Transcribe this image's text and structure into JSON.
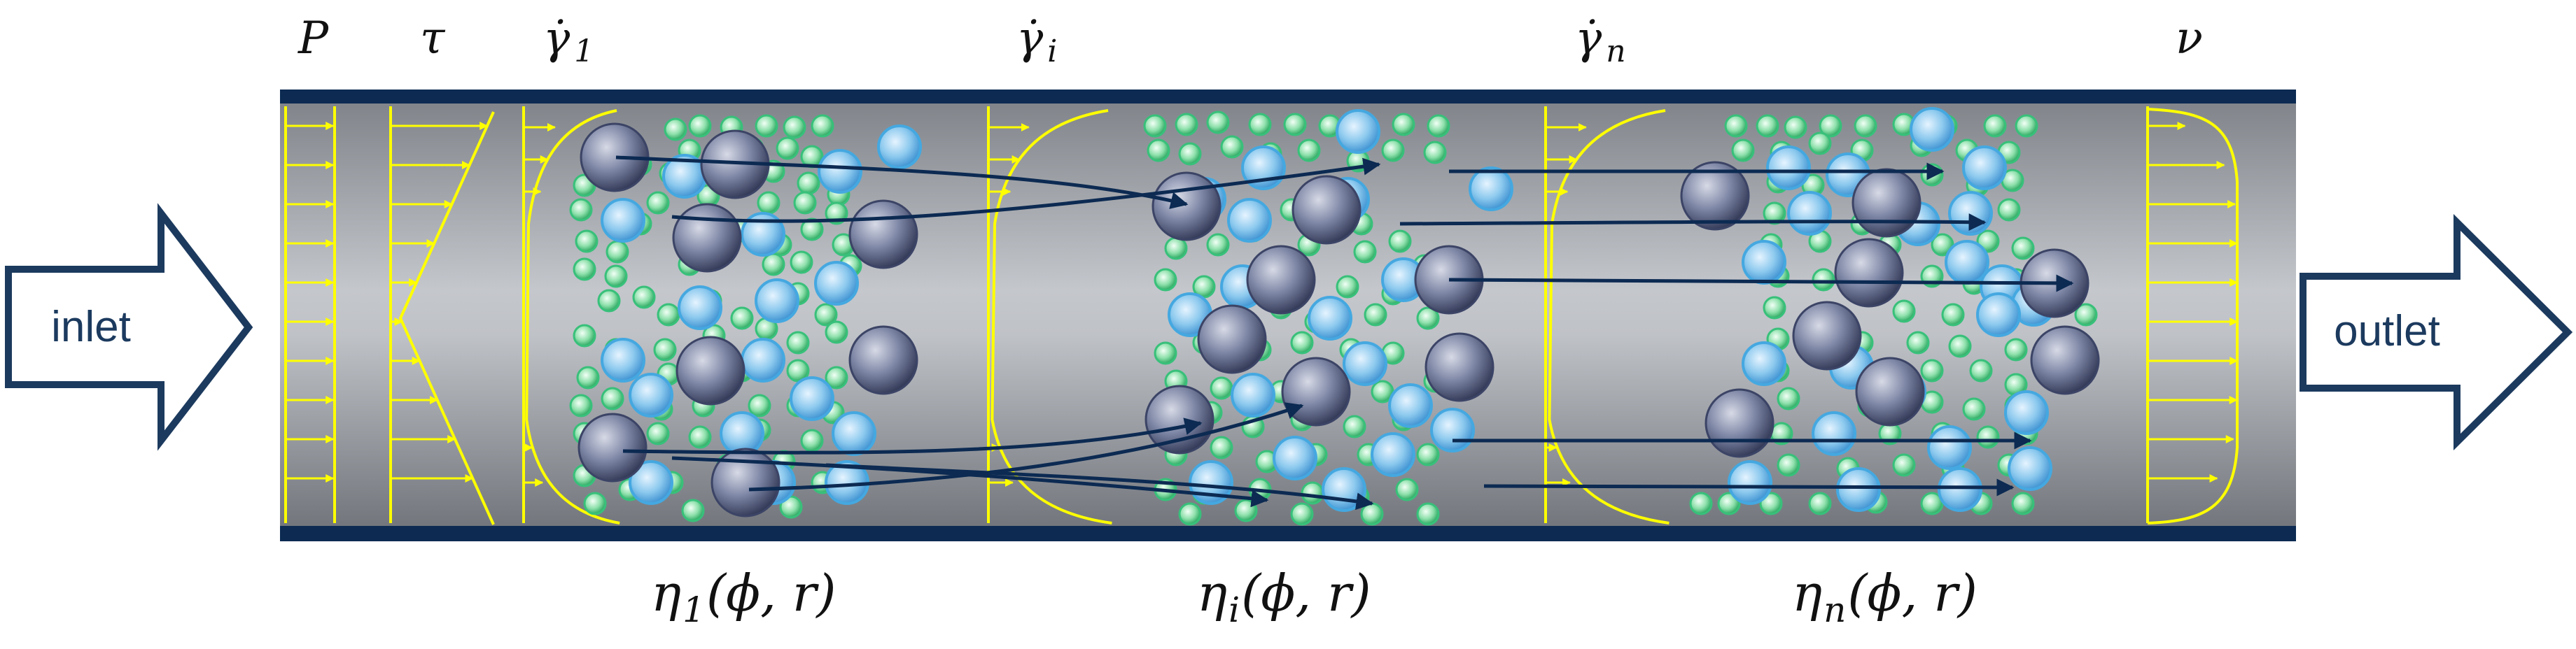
{
  "labels": {
    "pressure": "P",
    "shear_stress": "τ",
    "shear_rate_dot": "γ̇",
    "shear_rate_sub_1": "1",
    "shear_rate_sub_i": "i",
    "shear_rate_sub_n": "n",
    "velocity": "ν",
    "viscosity_symbol": "η",
    "viscosity_args": "(ϕ, r)",
    "viscosity_sub_1": "1",
    "viscosity_sub_i": "i",
    "viscosity_sub_n": "n"
  },
  "inlet": {
    "label": "inlet"
  },
  "outlet": {
    "label": "outlet"
  },
  "colors": {
    "pipe_wall": "#0c2a52",
    "pipe_body": "#9a9ea4",
    "profile": "#ffff00",
    "flow_arrow": "#0c2a52",
    "big_particle": "#5a6486",
    "medium_particle": "#45a8e0",
    "small_particle": "#38c07a"
  }
}
